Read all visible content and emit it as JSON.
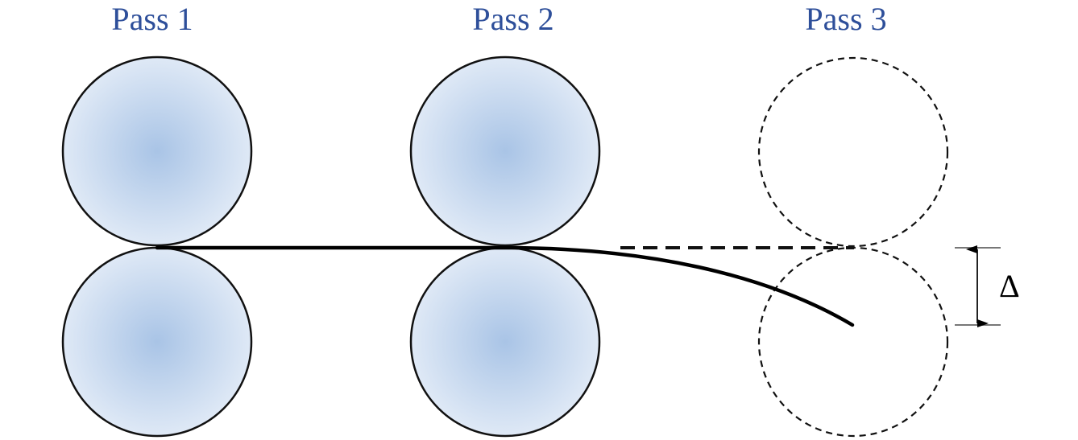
{
  "passes": [
    {
      "label": "Pass 1"
    },
    {
      "label": "Pass 2"
    },
    {
      "label": "Pass 3"
    }
  ],
  "dimension_symbol": "Δ",
  "colors": {
    "label": "#2e4f9a",
    "roll_center": "#a9c4e6",
    "roll_edge": "#dfe9f6"
  }
}
